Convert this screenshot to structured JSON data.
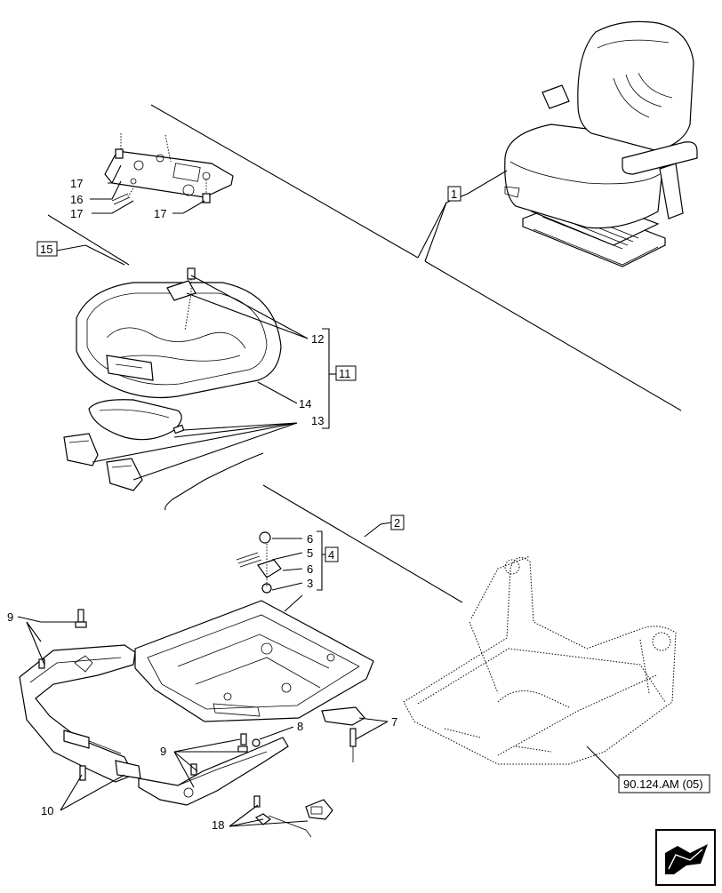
{
  "labels": {
    "l1": "1",
    "l2": "2",
    "l3": "3",
    "l4": "4",
    "l5": "5",
    "l6a": "6",
    "l6b": "6",
    "l7": "7",
    "l8": "8",
    "l9a": "9",
    "l9b": "9",
    "l10": "10",
    "l11": "11",
    "l12": "12",
    "l13": "13",
    "l14": "14",
    "l15": "15",
    "l16": "16",
    "l17a": "17",
    "l17b": "17",
    "l17c": "17",
    "l18": "18"
  },
  "reference": "90.124.AM (05)",
  "nav_icon": "arrow-forward-icon"
}
